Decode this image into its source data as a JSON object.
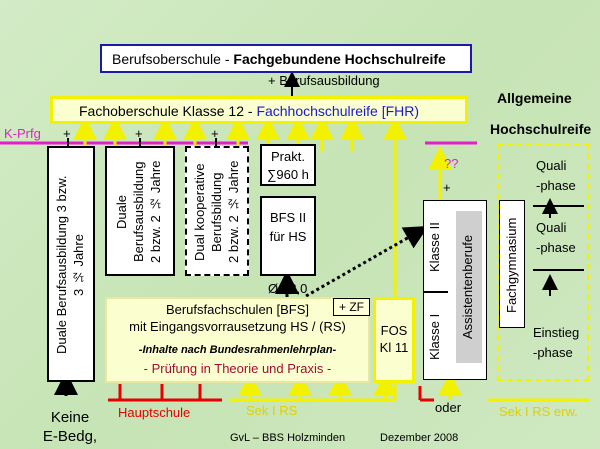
{
  "top_box": {
    "part1": "Berufsoberschule - ",
    "part2": "Fachgebundene Hochschulreife"
  },
  "plus_berufsausbildung": "+ Berufsausbildung",
  "fos12": {
    "part1": "Fachoberschule Klasse 12  -  ",
    "part2": "Fachhochschulreife [FHR)"
  },
  "allgemeine": "Allgemeine",
  "hochschulreife": "Hochschulreife",
  "kprfg": "K-Prfg",
  "plus": "+",
  "duale_3": [
    "Duale Berufsausbildung 3 bzw.",
    "3 ½ Jahre"
  ],
  "duale_2": [
    "Duale",
    "Berufsausbildung",
    "2 bzw. 2 ½ Jahre"
  ],
  "duale_koop": [
    "Dual kooperative",
    "Berufsbildung",
    "2 bzw. 2 ½ Jahre"
  ],
  "prakt": [
    "Prakt.",
    "∑960 h"
  ],
  "bfs2": [
    "BFS II",
    "für HS"
  ],
  "o30": "Ø< 3,0",
  "bfs": {
    "line1": "Berufsfachschulen [BFS]",
    "line2": "mit Eingangsvorrausetzung HS / (RS)",
    "line3": "-Inhalte nach Bundesrahmenlehrplan-",
    "line4": "- Prüfung in Theorie und Praxis -"
  },
  "zf": "+ ZF",
  "fos11": [
    "FOS",
    "Kl 11"
  ],
  "qq": "??",
  "klasse2": "Klasse II",
  "klasse1": "Klasse I",
  "assistent": "Assistentenberufe",
  "fachgymnasium": "Fachgymnasium",
  "quali1": [
    "Quali",
    "-phase"
  ],
  "quali2": [
    "Quali",
    "-phase"
  ],
  "einstieg": [
    "Einstieg",
    "-phase"
  ],
  "keine": [
    "Keine",
    "E-Bedg,"
  ],
  "hauptschule": "Hauptschule",
  "seki_rs": "Sek I RS",
  "oder": "oder",
  "seki_rs_erw": "Sek I RS erw.",
  "footer_left": "GvL – BBS Holzminden",
  "footer_right": "Dezember 2008",
  "colors": {
    "yellow": "#f2f200",
    "red": "#e60000",
    "magenta": "#e020c8",
    "blue": "#0000cc",
    "darkred": "#a01030"
  }
}
